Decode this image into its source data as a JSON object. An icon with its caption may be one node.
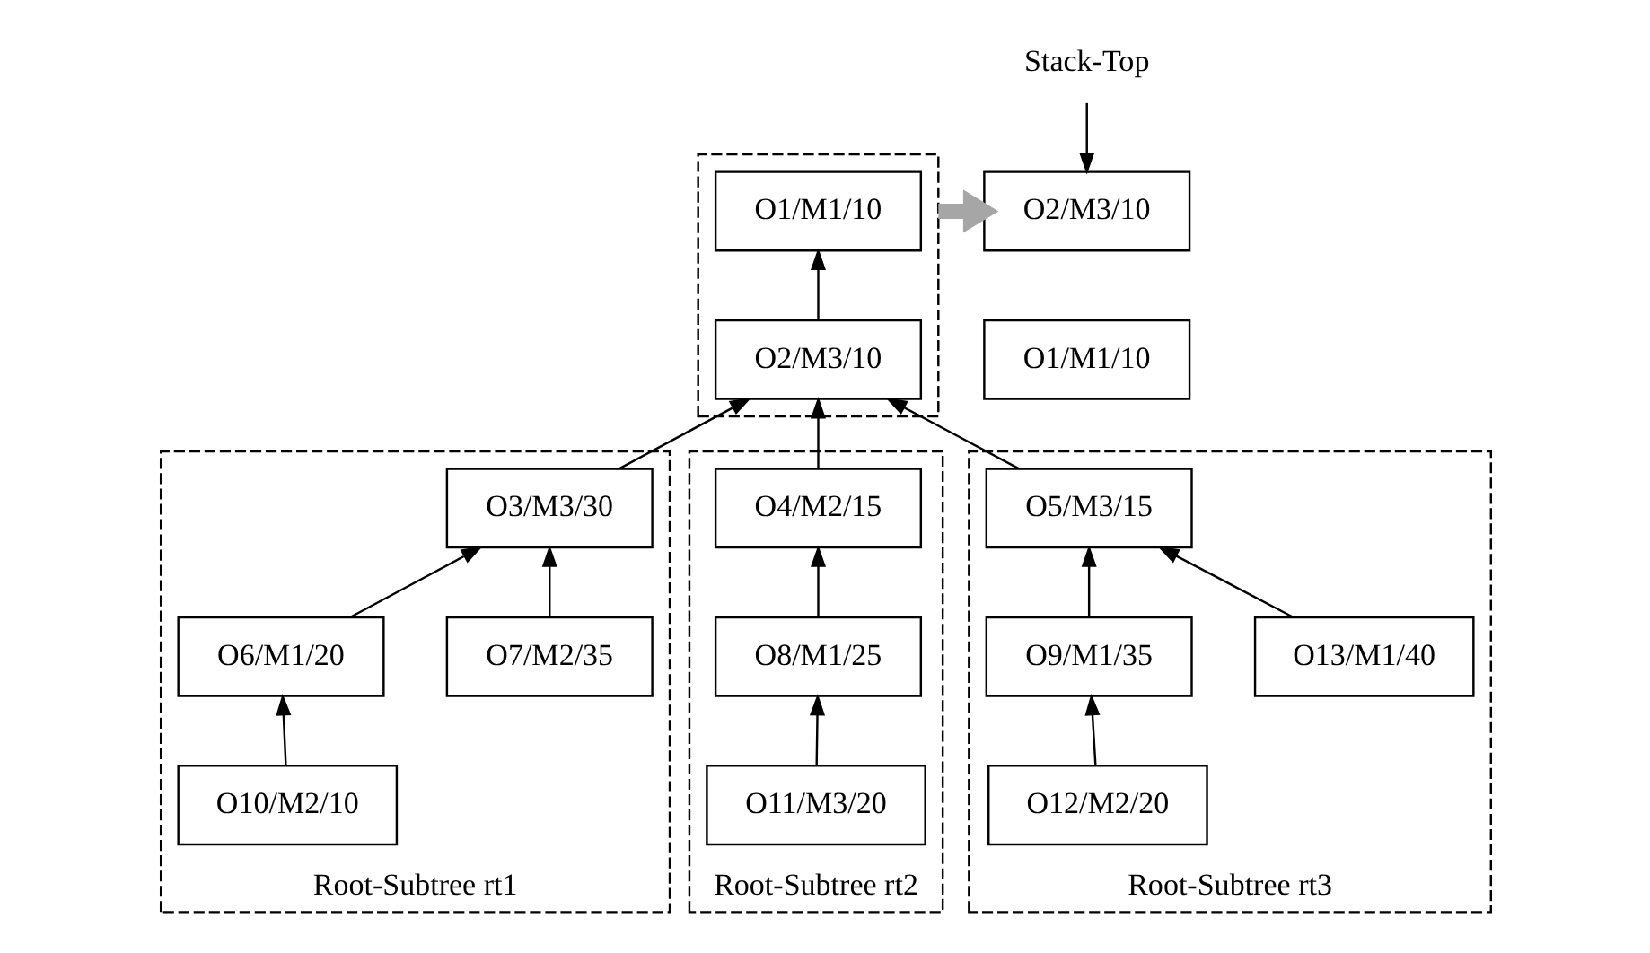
{
  "diagram": {
    "nodes": [
      {
        "text": [],
        "shape": "box"
      },
      {
        "text": [
          "O1/M1/10"
        ],
        "in": 0
      },
      {
        "text": [
          "O2/M3/10"
        ],
        "in": 0
      },
      {
        "text": [
          "Stack-Top"
        ]
      },
      {
        "text": [
          "O2/M3/10"
        ]
      },
      {
        "text": [
          "O1/M1/10"
        ]
      },
      {
        "text": [
          "Root-Subtree rt1"
        ]
      },
      {
        "text": [
          "O3/M3/30"
        ],
        "in": 6
      },
      {
        "text": [
          "O6/M1/20"
        ],
        "in": 6
      },
      {
        "text": [
          "O7/M2/35"
        ],
        "in": 6
      },
      {
        "text": [
          "O10/M2/10"
        ],
        "in": 6
      },
      {
        "text": [
          "Root-Subtree rt2"
        ]
      },
      {
        "text": [
          "O4/M2/15"
        ],
        "in": 11
      },
      {
        "text": [
          "O8/M1/25"
        ],
        "in": 11
      },
      {
        "text": [
          "O11/M3/20"
        ],
        "in": 11
      },
      {
        "text": [
          "Root-Subtree rt3"
        ]
      },
      {
        "text": [
          "O5/M3/15"
        ],
        "in": 15
      },
      {
        "text": [
          "O9/M1/35"
        ],
        "in": 15
      },
      {
        "text": [
          "O13/M1/40"
        ],
        "in": 15
      },
      {
        "text": [
          "O12/M2/20"
        ],
        "in": 15
      }
    ],
    "edges": [
      {
        "from": 2,
        "to": 1,
        "arrow": "to"
      },
      {
        "from": 0,
        "to": 4,
        "arrow": "to",
        "style": "thick",
        "color": "#a6a6a6"
      },
      {
        "from": 3,
        "to": 4,
        "arrow": "to"
      },
      {
        "from": 7,
        "to": 2,
        "arrow": "to"
      },
      {
        "from": 12,
        "to": 2,
        "arrow": "to"
      },
      {
        "from": 16,
        "to": 2,
        "arrow": "to"
      },
      {
        "from": 8,
        "to": 7,
        "arrow": "to"
      },
      {
        "from": 9,
        "to": 7,
        "arrow": "to"
      },
      {
        "from": 10,
        "to": 8,
        "arrow": "to"
      },
      {
        "from": 13,
        "to": 12,
        "arrow": "to"
      },
      {
        "from": 14,
        "to": 13,
        "arrow": "to"
      },
      {
        "from": 17,
        "to": 16,
        "arrow": "to"
      },
      {
        "from": 18,
        "to": 16,
        "arrow": "to"
      },
      {
        "from": 19,
        "to": 17,
        "arrow": "to"
      }
    ]
  }
}
